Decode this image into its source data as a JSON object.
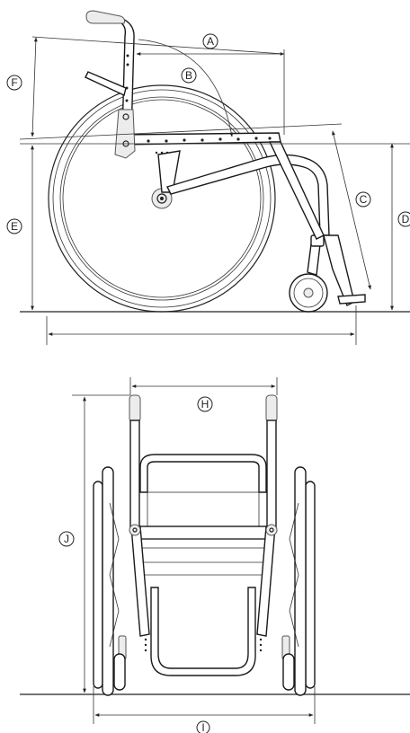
{
  "labels": {
    "A": "A",
    "B": "B",
    "C": "C",
    "D": "D",
    "E": "E",
    "F": "F",
    "H": "H",
    "I": "I",
    "J": "J"
  }
}
